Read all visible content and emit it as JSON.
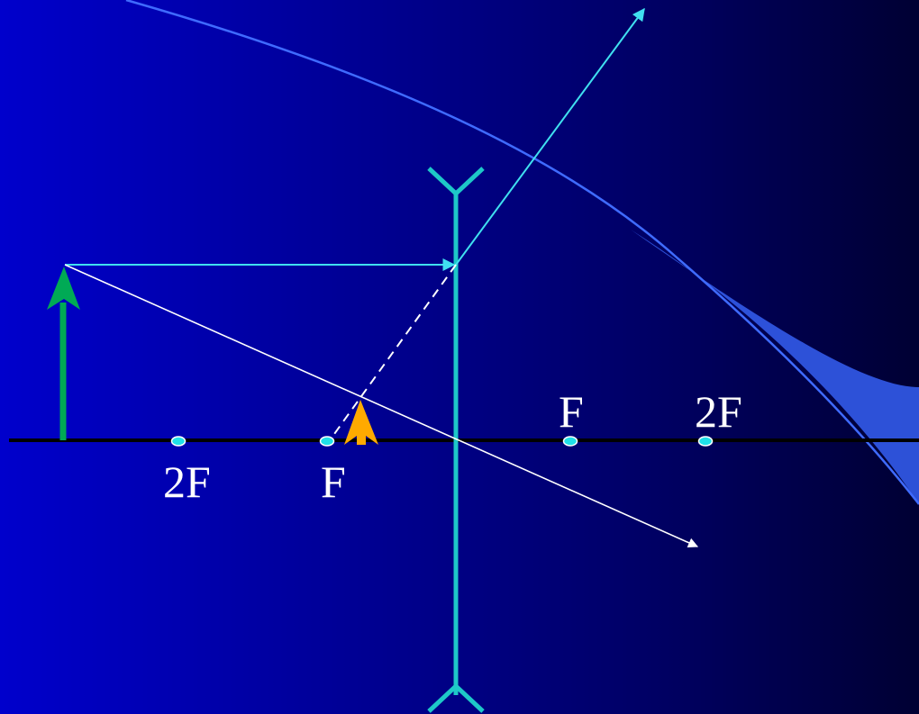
{
  "colors": {
    "background_left": "#0000cc",
    "background_right": "#000033",
    "principal_axis": "#000000",
    "lens": "#1ec8c8",
    "object_arrow": "#00aa55",
    "image_arrow": "#ffaa00",
    "ray_parallel": "#40e0f0",
    "ray_central": "#ffffff",
    "ray_virtual": "#ffffff",
    "focal_point_fill": "#20e0e8",
    "decor_arc": "#3366ff"
  },
  "diagram": {
    "lens_type": "diverging-concave",
    "object": "upright-arrow",
    "image": "upright-virtual-arrow",
    "focal_points": {
      "left_2f": "2F",
      "left_f": "F",
      "right_f": "F",
      "right_2f": "2F"
    }
  }
}
